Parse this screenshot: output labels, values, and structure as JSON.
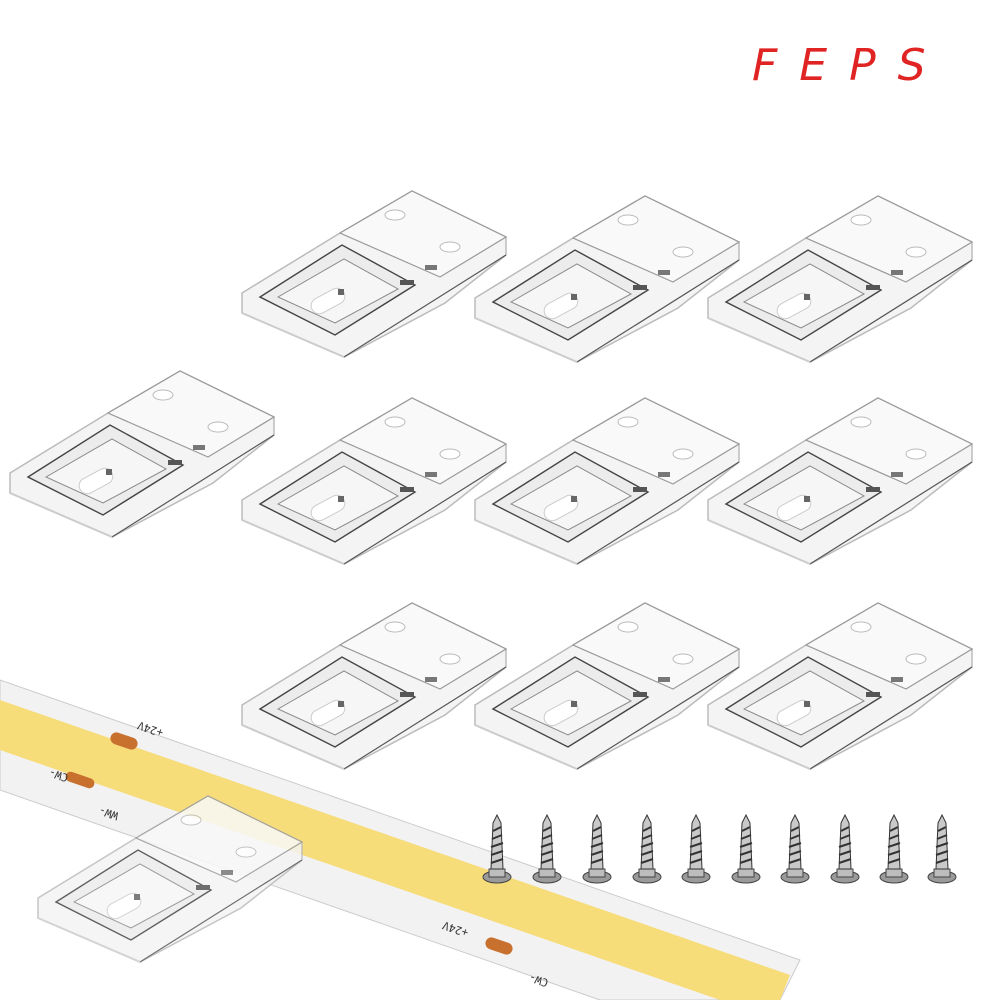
{
  "brand": {
    "logo_text": "FEPS",
    "color": "#e02424"
  },
  "product": {
    "clip_count": 11,
    "screw_count": 10,
    "strip_labels": {
      "positive": "+24V",
      "cw": "CW-",
      "ww": "WW-"
    },
    "colors": {
      "led_strip": "#f7dc7a",
      "pad": "#c8712f",
      "clip": "#eeeeee"
    }
  }
}
